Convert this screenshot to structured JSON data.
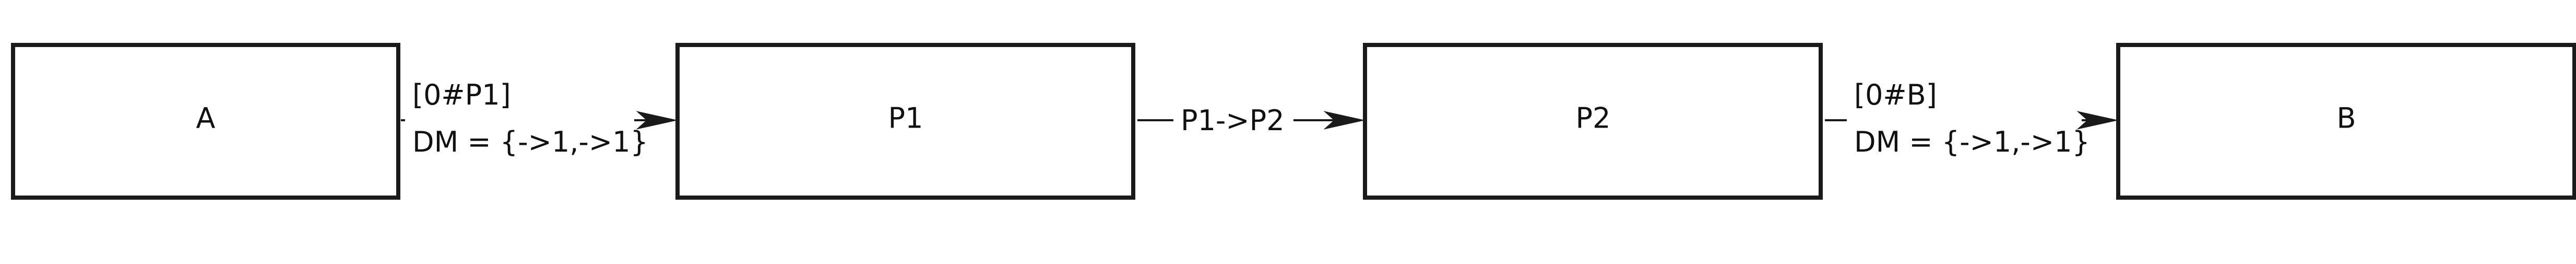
{
  "diagram": {
    "nodes": {
      "a": {
        "label": "A"
      },
      "p1": {
        "label": "P1"
      },
      "p2": {
        "label": "P2"
      },
      "b": {
        "label": "B"
      }
    },
    "edges": {
      "a_p1": {
        "line1": "[0#P1]",
        "line2": "DM = {->1,->1}"
      },
      "p1_p2": {
        "label": "P1->P2"
      },
      "p2_b": {
        "line1": "[0#B]",
        "line2": "DM = {->1,->1}"
      }
    },
    "colors": {
      "stroke": "#1a1a1a",
      "background": "#ffffff",
      "text": "#111111"
    }
  }
}
